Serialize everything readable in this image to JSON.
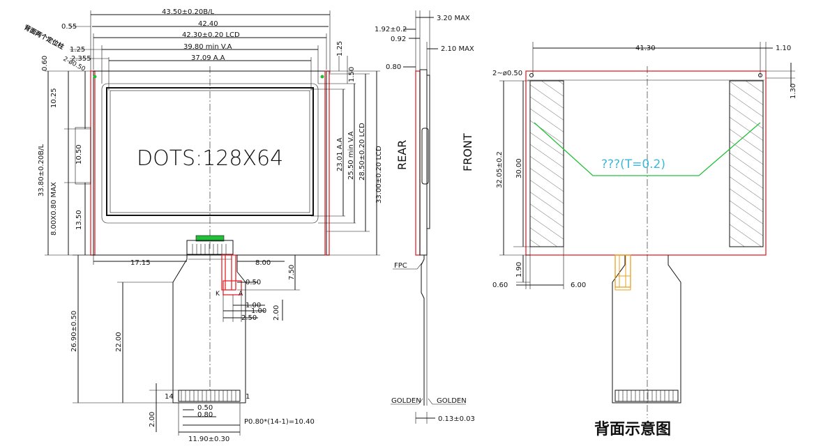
{
  "front_view": {
    "width_outline": "43.50±0.20B/L",
    "width_overall": "42.40",
    "width_lcd": "42.30±0.20 LCD",
    "width_va": "39.80 min V.A",
    "width_aa": "37.09 A.A",
    "offset_055": "0.55",
    "offset_125": "1.25",
    "offset_2355": "2.355",
    "offset_060": "0.60",
    "holes": "2-ø0.50",
    "note_back_holes": "背面两个定位柱",
    "offset_125_right": "1.25",
    "offset_150_right": "1.50",
    "height_aa": "23.01 A.A",
    "height_va": "25.50 min V.A",
    "height_lcd": "28.50±0.20 LCD",
    "height_outer": "33.00±0.20 LCD",
    "height_bl": "33.80±0.20B/L",
    "height_1025": "10.25",
    "height_1050": "10.50",
    "height_800": "8.00X0.80 MAX",
    "height_1350": "13.50",
    "dots_label": "DOTS:128X64",
    "fpc_1715": "17.15",
    "fpc_800": "8.00",
    "fpc_750": "7.50",
    "pad_050": "0.50",
    "pad_100a": "1.00",
    "pad_100b": "1.00",
    "pad_250": "2.50",
    "pad_200": "2.00",
    "pad_k": "K",
    "pad_a": "A",
    "fpc_length": "26.90±0.50",
    "fpc_22": "22.00",
    "pin_14": "14",
    "pin_1": "1",
    "pitch_050": "0.50",
    "pitch_080": "0.80",
    "pitch_formula": "P0.80*(14-1)=10.40",
    "fpc_200": "2.00",
    "fpc_width": "11.90±0.30"
  },
  "side_view": {
    "max_320": "3.20 MAX",
    "t_192": "1.92±0.2",
    "t_092": "0.92",
    "max_210": "2.10 MAX",
    "t_080": "0.80",
    "rear_label": "REAR",
    "front_label": "FRONT",
    "fpc_label": "FPC",
    "golden_left": "GOLDEN",
    "golden_right": "GOLDEN",
    "thickness": "0.13±0.03"
  },
  "back_view": {
    "width": "41.30",
    "offset_110": "1.10",
    "holes": "2~ø0.50",
    "offset_130": "1.30",
    "height_3205": "32.05±0.2",
    "height_30": "30.00",
    "note": "???(T=0.2)",
    "offset_190": "1.90",
    "offset_060": "0.60",
    "width_600": "6.00",
    "caption": "背面示意图"
  }
}
